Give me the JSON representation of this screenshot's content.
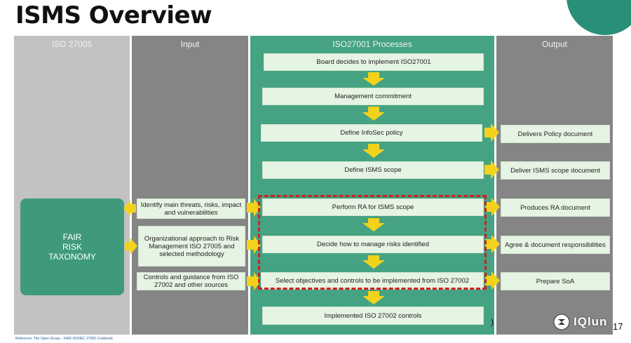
{
  "title": "ISMS Overview",
  "columns": {
    "iso27005": "ISO 27005",
    "input": "Input",
    "processes": "ISO27001 Processes",
    "output": "Output"
  },
  "fair_block": [
    "FAIR",
    "RISK",
    "TAXONOMY"
  ],
  "processes": [
    "Board decides to implement ISO27001",
    "Management commitment",
    "Define InfoSec policy",
    "Define ISMS scope",
    "Perform RA for ISMS scope",
    "Decide how to manage risks identified",
    "Select objectives and controls to be implemented from ISO 27002",
    "Implemented ISO 27002 controls"
  ],
  "inputs": [
    "Identify main threats, risks, impact and vulnerabilities",
    "Organizational approach to Risk Management ISO 27005 and selected methodology",
    "Controls and guidance from ISO 27002 and other sources"
  ],
  "outputs": [
    "Delivers Policy document",
    "Deliver ISMS scope document",
    "Produces RA document",
    "Agree & document responsibilities",
    "Prepare SoA"
  ],
  "reference": "Reference: The Open Group – FAIR ISO/IEC 27005 Cookbook",
  "page_number": "17",
  "logo_text": "IQlun",
  "colors": {
    "teal": "#45a383",
    "arrow": "#f2d21b",
    "box": "#e6f4e3",
    "dashed": "#d02020"
  }
}
